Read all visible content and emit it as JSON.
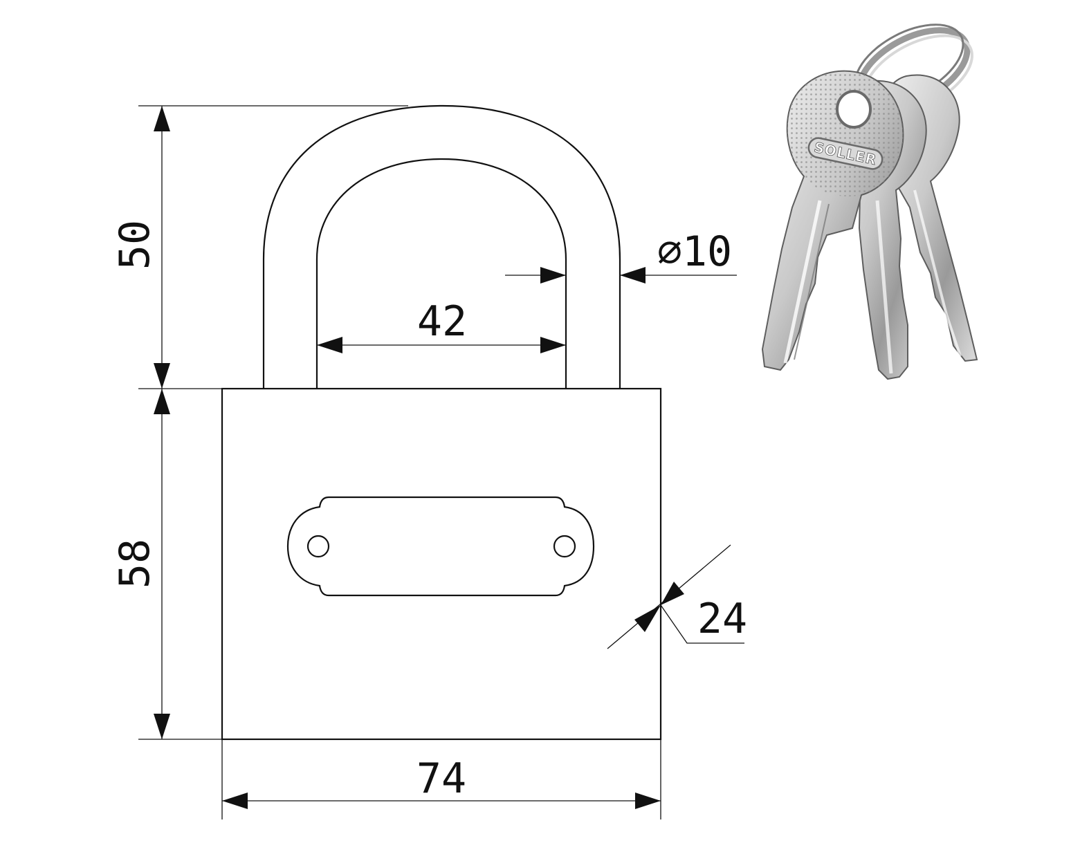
{
  "dimensions": {
    "shackle_height": "50",
    "body_height": "58",
    "shackle_inner_width": "42",
    "shackle_diameter": "⌀10",
    "body_width": "74",
    "body_thickness": "24"
  },
  "key_brand": "SOLLER",
  "colors": {
    "line": "#111111",
    "background": "#ffffff",
    "metal_light": "#e6e6e6",
    "metal_mid": "#b8b8b8",
    "metal_dark": "#6f6f6f"
  }
}
